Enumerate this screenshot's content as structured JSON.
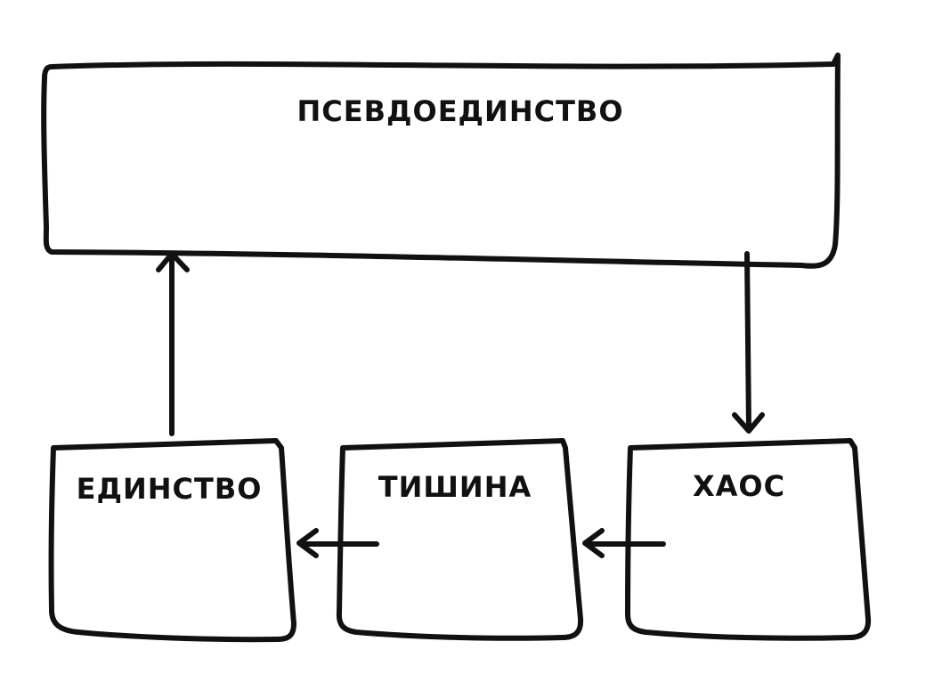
{
  "diagram": {
    "top_box": {
      "label": "ПСЕВДОЕДИНСТВО"
    },
    "boxes": [
      {
        "id": "unity",
        "label": "ЕДИНСТВО"
      },
      {
        "id": "silence",
        "label": "ТИШИНА"
      },
      {
        "id": "chaos",
        "label": "ХАОС"
      }
    ],
    "colors": {
      "stroke": "#111111",
      "background": "#ffffff"
    }
  }
}
